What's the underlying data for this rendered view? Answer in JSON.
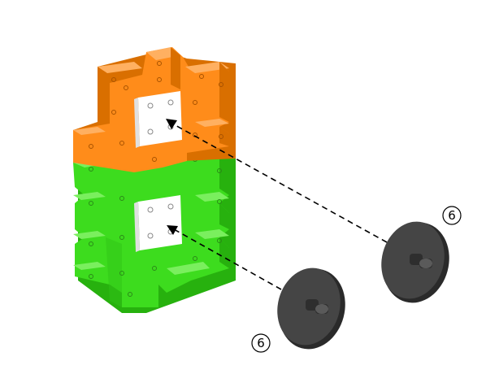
{
  "diagram": {
    "colors": {
      "orange": "#ff8c1a",
      "orange_top": "#ffb061",
      "orange_side": "#d96f00",
      "green": "#3ddc1e",
      "green_top": "#7aef5e",
      "green_side": "#27b10e",
      "white": "#ffffff",
      "wheel": "#454545",
      "wheel_dark": "#2a2a2a",
      "arrow": "#000000"
    },
    "callouts": [
      {
        "id": "wheel-right",
        "label": "6"
      },
      {
        "id": "wheel-left",
        "label": "6"
      }
    ]
  }
}
